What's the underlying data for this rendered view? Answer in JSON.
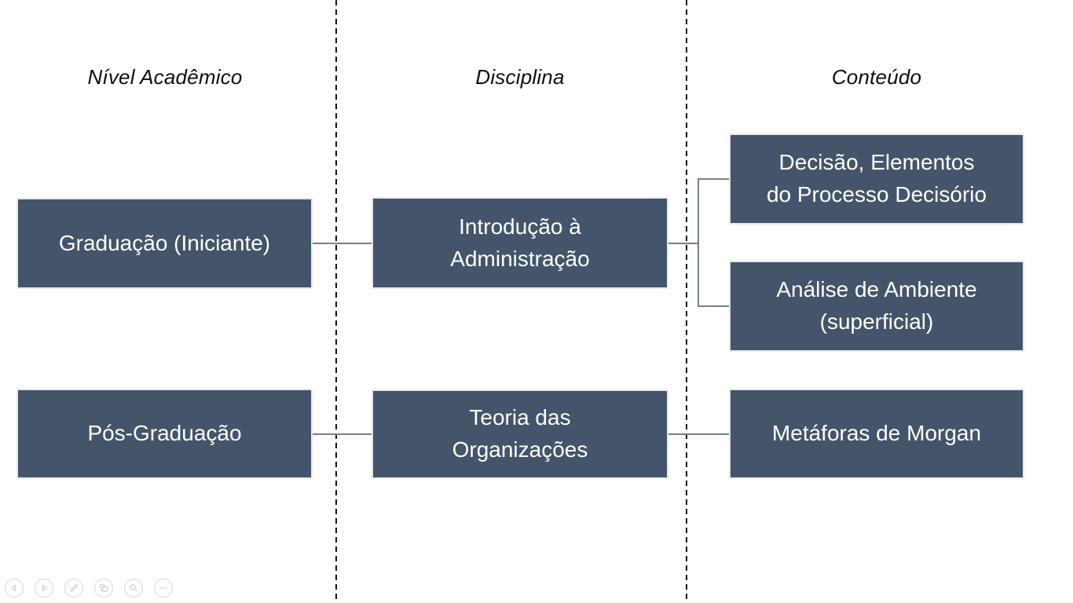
{
  "diagram": {
    "columns": [
      {
        "header": "Nível Acadêmico"
      },
      {
        "header": "Disciplina"
      },
      {
        "header": "Conteúdo"
      }
    ],
    "nodes": {
      "graduacao": "Graduação (Iniciante)",
      "introducao": "Introdução à\nAdministração",
      "decisao": "Decisão, Elementos\ndo Processo Decisório",
      "analise": "Análise de Ambiente\n(superficial)",
      "pos_graduacao": "Pós-Graduação",
      "teoria": "Teoria das\nOrganizações",
      "metaforas": "Metáforas de Morgan"
    },
    "colors": {
      "node_fill": "#44546A",
      "node_border": "#E8E8E8",
      "node_text": "#FFFFFF",
      "connector": "#71808F",
      "divider": "#141414",
      "background": "#FFFFFF",
      "toolbar_ghost": "#D7D7D7"
    }
  },
  "toolbar": {
    "buttons": [
      {
        "icon": "previous-slide-icon"
      },
      {
        "icon": "next-slide-icon"
      },
      {
        "icon": "pen-icon"
      },
      {
        "icon": "see-all-slides-icon"
      },
      {
        "icon": "zoom-icon"
      },
      {
        "icon": "more-options-icon"
      }
    ]
  }
}
